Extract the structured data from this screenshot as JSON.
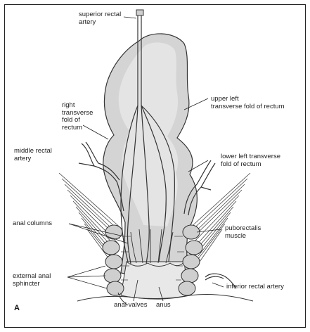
{
  "figure": {
    "panel_letter": "A",
    "labels": {
      "superior_rectal_artery": "superior rectal\nartery",
      "upper_left_fold": "upper left\ntransverse fold of rectum",
      "right_transverse_fold": "right\ntransverse\nfold of\nrectum",
      "middle_rectal_artery": "middle rectal\nartery",
      "lower_left_fold": "lower left transverse\nfold of rectum",
      "anal_columns": "anal columns",
      "puborectalis_muscle": "puborectalis\nmuscle",
      "external_anal_sphincter": "external anal\nsphincter",
      "inferior_rectal_artery": "inferior rectal artery",
      "anal_valves": "anal valves",
      "anus": "anus"
    }
  }
}
